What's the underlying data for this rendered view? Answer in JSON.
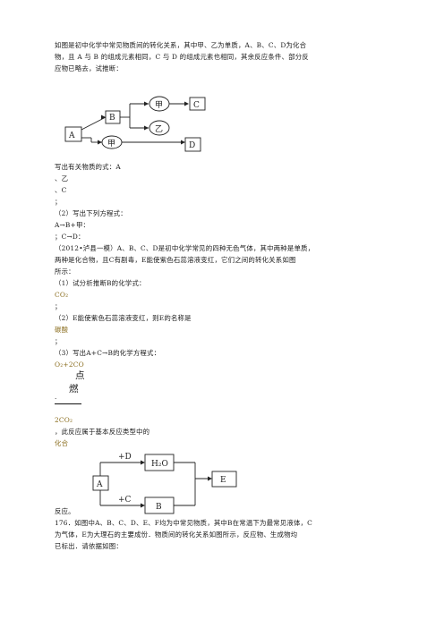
{
  "q1": {
    "intro": [
      "如图是初中化学中常见物质间的转化关系，其中甲、乙为单质，A、B、C、D为化合",
      "物，且 A 与 B 的组成元素相同，C 与 D 的组成元素也相同，其余反应条件、部分反",
      "应物已略去，试推断："
    ],
    "diagram": {
      "A": "A",
      "B": "B",
      "C": "C",
      "D": "D",
      "jia": "甲",
      "yi": "乙"
    },
    "write_formula": "写出有关物质的式：A",
    "yi_line": "、乙",
    "c_line": "、C",
    "semi1": "；",
    "part2": "（2）写出下列方程式：",
    "eq1": "A→B+甲：",
    "eq2": "；C→D："
  },
  "q2": {
    "intro": [
      "（2012•泸县一模）A、B、C、D是初中化学常见的四种无色气体，其中两种是单质，",
      "两种是化合物，且C有剧毒，E能使紫色石蕊溶液变红，它们之间的转化关系如图",
      "所示："
    ],
    "p1": "（1）试分析推断B的化学式：",
    "a1": "CO₂",
    "semi_a": "；",
    "p2": "（2）E能使紫色石蕊溶液变红，则E的名称是",
    "a2": "碳酸",
    "semi_b": "；",
    "p3": "（3）写出A+C→B的化学方程式：",
    "a3": "O₂+2CO",
    "cond_top": "点",
    "cond_bottom": "燃",
    "dot": "·",
    "a3b": "2CO₂",
    "reaction_type": "，此反应属于基本反应类型中的",
    "a4": "化合",
    "diagram": {
      "plusD": "+D",
      "h2o": "H₂O",
      "A": "A",
      "plusC": "+C",
      "B": "B",
      "E": "E"
    },
    "end": "反应。"
  },
  "q3": {
    "lines": [
      "176．如图中A、B、C、D、E、F均为中常见物质，其中B在常温下为最常见液体，C",
      "为气体，E为大理石的主要成份．物质间的转化关系如图所示，反应物、生成物均",
      "已标出．请依据如图："
    ]
  }
}
